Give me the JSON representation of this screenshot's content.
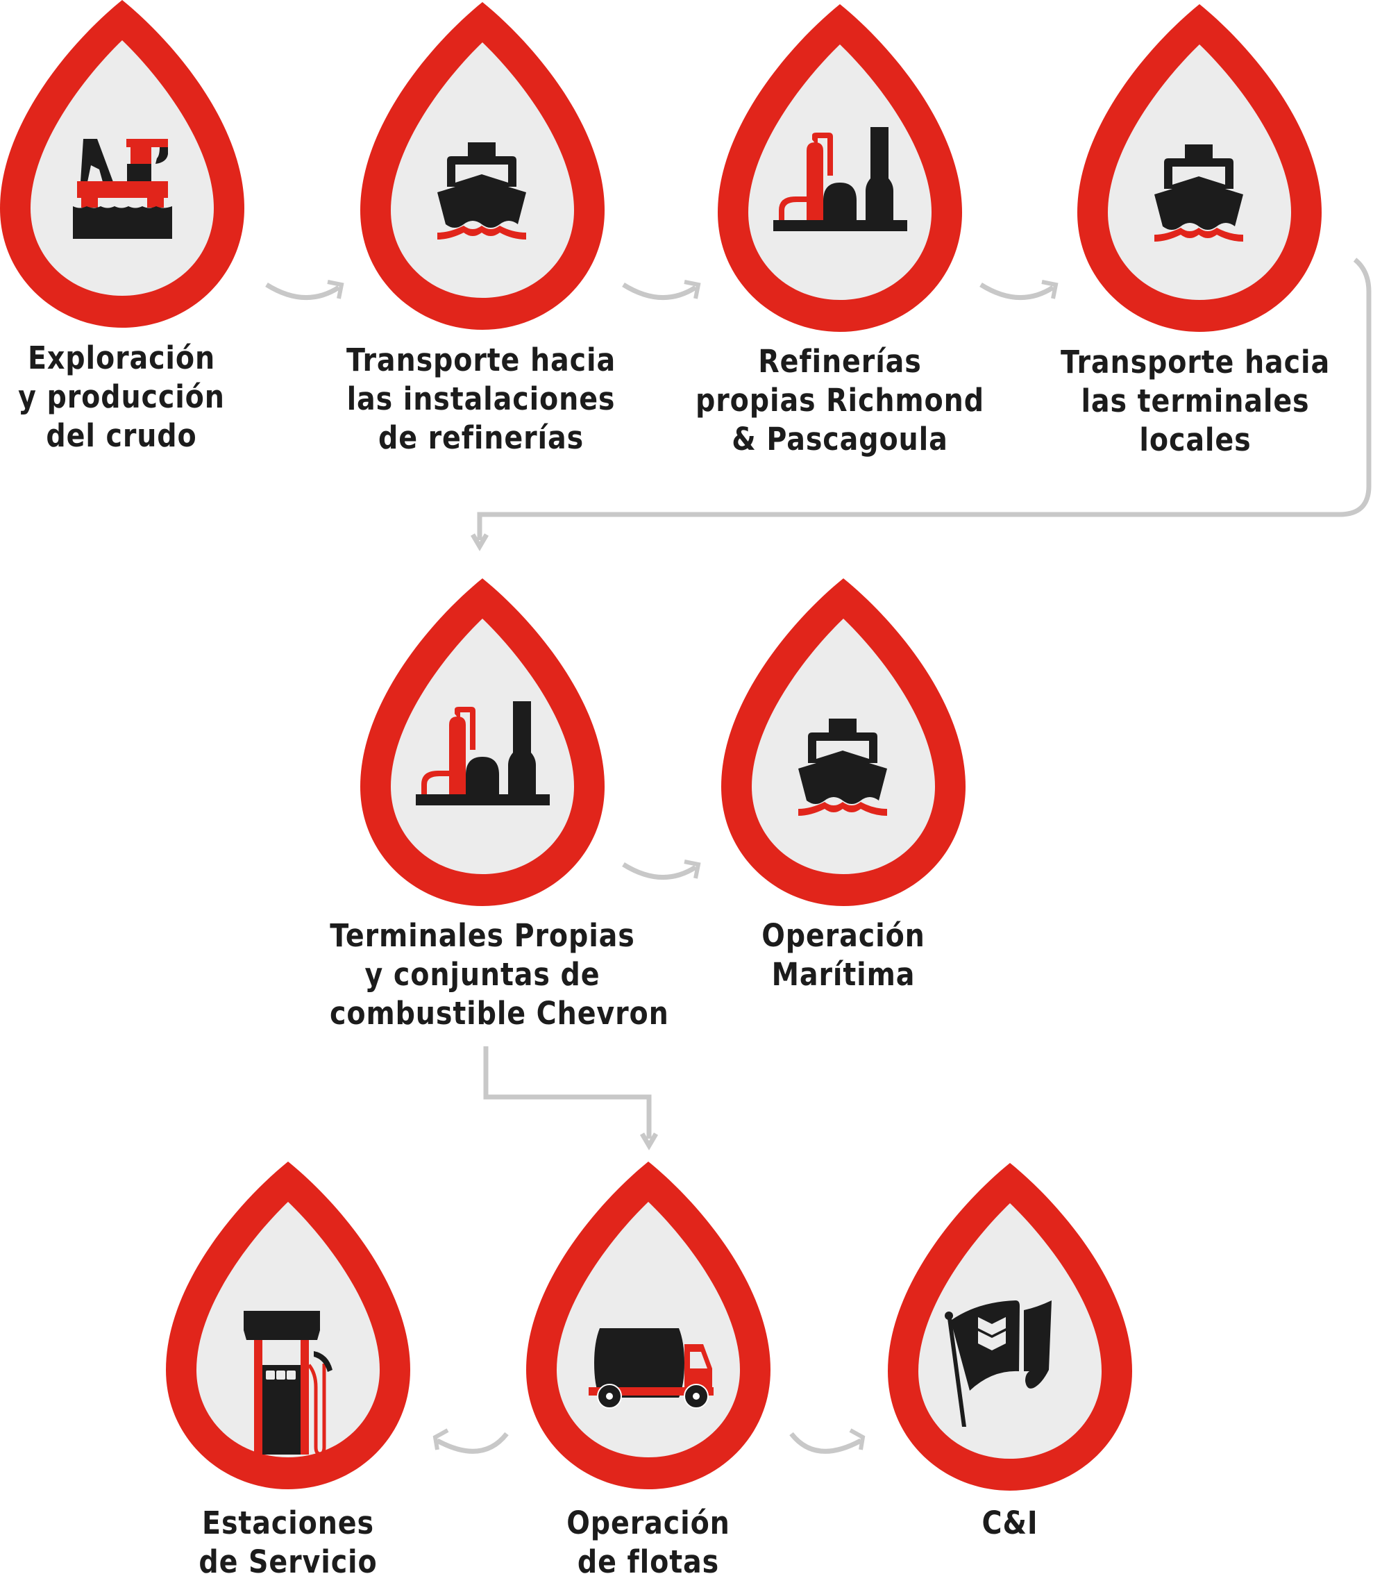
{
  "diagram": {
    "colors": {
      "drop_outer": "#e1251b",
      "drop_inner": "#ececec",
      "icon_dark": "#1c1c1c",
      "icon_accent": "#e1251b",
      "connector": "#c8c8c8",
      "text": "#1c1c1c"
    },
    "nodes": [
      {
        "id": "exploracion",
        "icon": "offshore-platform-icon",
        "label_lines": [
          "Exploración",
          "y producción",
          "del crudo"
        ]
      },
      {
        "id": "transporte-refinerias",
        "icon": "ship-icon",
        "label_lines": [
          "Transporte hacia",
          "las instalaciones",
          "de refinerías"
        ]
      },
      {
        "id": "refinerias",
        "icon": "refinery-icon",
        "label_lines": [
          "Refinerías",
          "propias Richmond",
          "& Pascagoula"
        ]
      },
      {
        "id": "transporte-terminales",
        "icon": "ship-icon",
        "label_lines": [
          "Transporte hacia",
          "las terminales",
          "locales"
        ]
      },
      {
        "id": "terminales",
        "icon": "refinery-icon",
        "label_lines": [
          "Terminales Propias",
          "y conjuntas de",
          "combustible Chevron"
        ]
      },
      {
        "id": "operacion-maritima",
        "icon": "ship-icon",
        "label_lines": [
          "Operación",
          "Marítima"
        ]
      },
      {
        "id": "estaciones",
        "icon": "fuel-pump-icon",
        "label_lines": [
          "Estaciones",
          "de Servicio"
        ]
      },
      {
        "id": "flotas",
        "icon": "tanker-truck-icon",
        "label_lines": [
          "Operación",
          "de flotas"
        ]
      },
      {
        "id": "cyi",
        "icon": "chevron-flag-icon",
        "label_lines": [
          "C&I"
        ]
      }
    ],
    "edges": [
      {
        "from": "exploracion",
        "to": "transporte-refinerias",
        "style": "curved-arrow"
      },
      {
        "from": "transporte-refinerias",
        "to": "refinerias",
        "style": "curved-arrow"
      },
      {
        "from": "refinerias",
        "to": "transporte-terminales",
        "style": "curved-arrow"
      },
      {
        "from": "transporte-terminales",
        "to": "terminales",
        "style": "elbow-arrow"
      },
      {
        "from": "terminales",
        "to": "operacion-maritima",
        "style": "curved-arrow"
      },
      {
        "from": "terminales",
        "to": "flotas",
        "style": "elbow-arrow"
      },
      {
        "from": "flotas",
        "to": "estaciones",
        "style": "curved-arrow"
      },
      {
        "from": "flotas",
        "to": "cyi",
        "style": "curved-arrow"
      }
    ]
  }
}
